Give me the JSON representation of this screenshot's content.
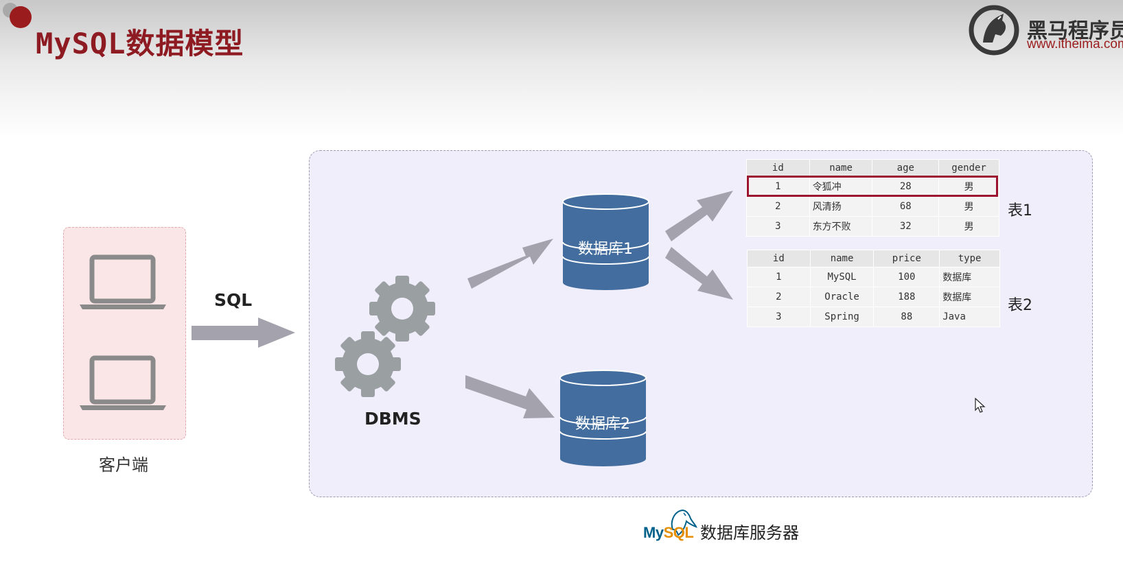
{
  "title": "MySQL数据模型",
  "logo": {
    "name": "黑马程序员",
    "url": "www.itheima.com"
  },
  "client": {
    "label": "客户端",
    "devices": [
      "laptop-icon",
      "laptop-icon"
    ]
  },
  "sql_label": "SQL",
  "dbms_label": "DBMS",
  "databases": [
    {
      "label": "数据库1"
    },
    {
      "label": "数据库2"
    }
  ],
  "table1": {
    "label": "表1",
    "headers": [
      "id",
      "name",
      "age",
      "gender"
    ],
    "rows": [
      [
        "1",
        "令狐冲",
        "28",
        "男"
      ],
      [
        "2",
        "风清扬",
        "68",
        "男"
      ],
      [
        "3",
        "东方不败",
        "32",
        "男"
      ]
    ],
    "highlighted_row": 0,
    "highlight_color": "#9b1530"
  },
  "table2": {
    "label": "表2",
    "headers": [
      "id",
      "name",
      "price",
      "type"
    ],
    "rows": [
      [
        "1",
        "MySQL",
        "100",
        "数据库"
      ],
      [
        "2",
        "Oracle",
        "188",
        "数据库"
      ],
      [
        "3",
        "Spring",
        "88",
        "Java"
      ]
    ]
  },
  "server": {
    "logo_text_my": "My",
    "logo_text_sql": "SQL",
    "label": "数据库服务器"
  },
  "colors": {
    "title": "#8e1a22",
    "client_bg": "#fae5e7",
    "server_bg": "#f1eefc",
    "database": "#426d9e",
    "arrow": "#a4a2ac",
    "gear": "#9aa0a2",
    "laptop": "#8a8a8a"
  }
}
